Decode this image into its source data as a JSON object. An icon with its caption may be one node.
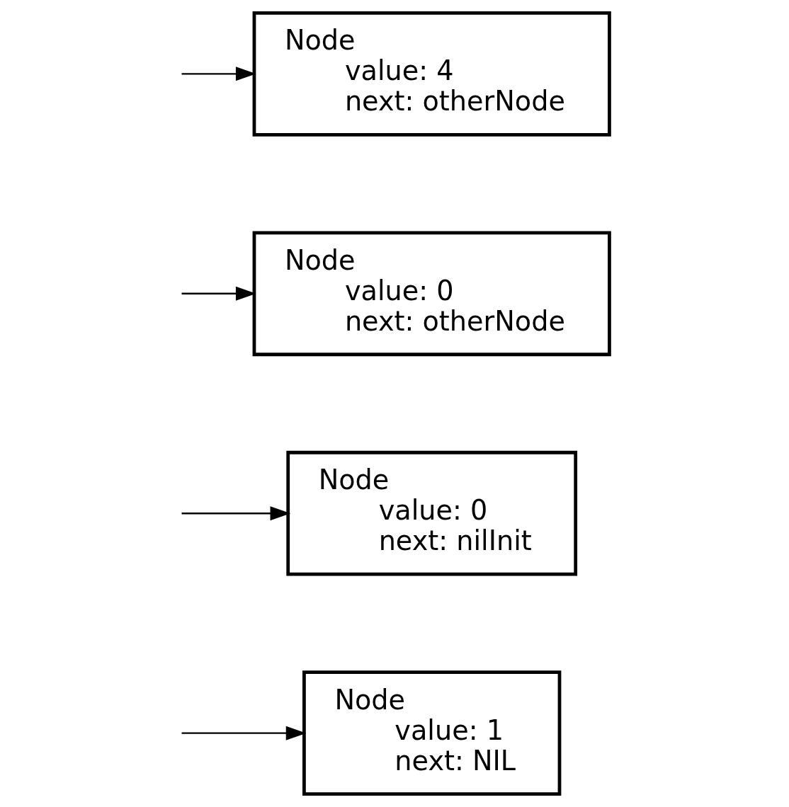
{
  "diagram": {
    "nodes": [
      {
        "text": [
          "Node",
          "value: 4",
          "next: otherNode"
        ]
      },
      {
        "text": [
          "Node",
          "value: 0",
          "next: otherNode"
        ]
      },
      {
        "text": [
          "Node",
          "value: 0",
          "next: nilInit"
        ]
      },
      {
        "text": [
          "Node",
          "value: 1",
          "next: NIL"
        ]
      }
    ],
    "edges": [
      {
        "from": null,
        "to": 0,
        "arrow": "to"
      },
      {
        "from": null,
        "to": 1,
        "arrow": "to"
      },
      {
        "from": null,
        "to": 2,
        "arrow": "to"
      },
      {
        "from": null,
        "to": 3,
        "arrow": "to"
      }
    ]
  }
}
